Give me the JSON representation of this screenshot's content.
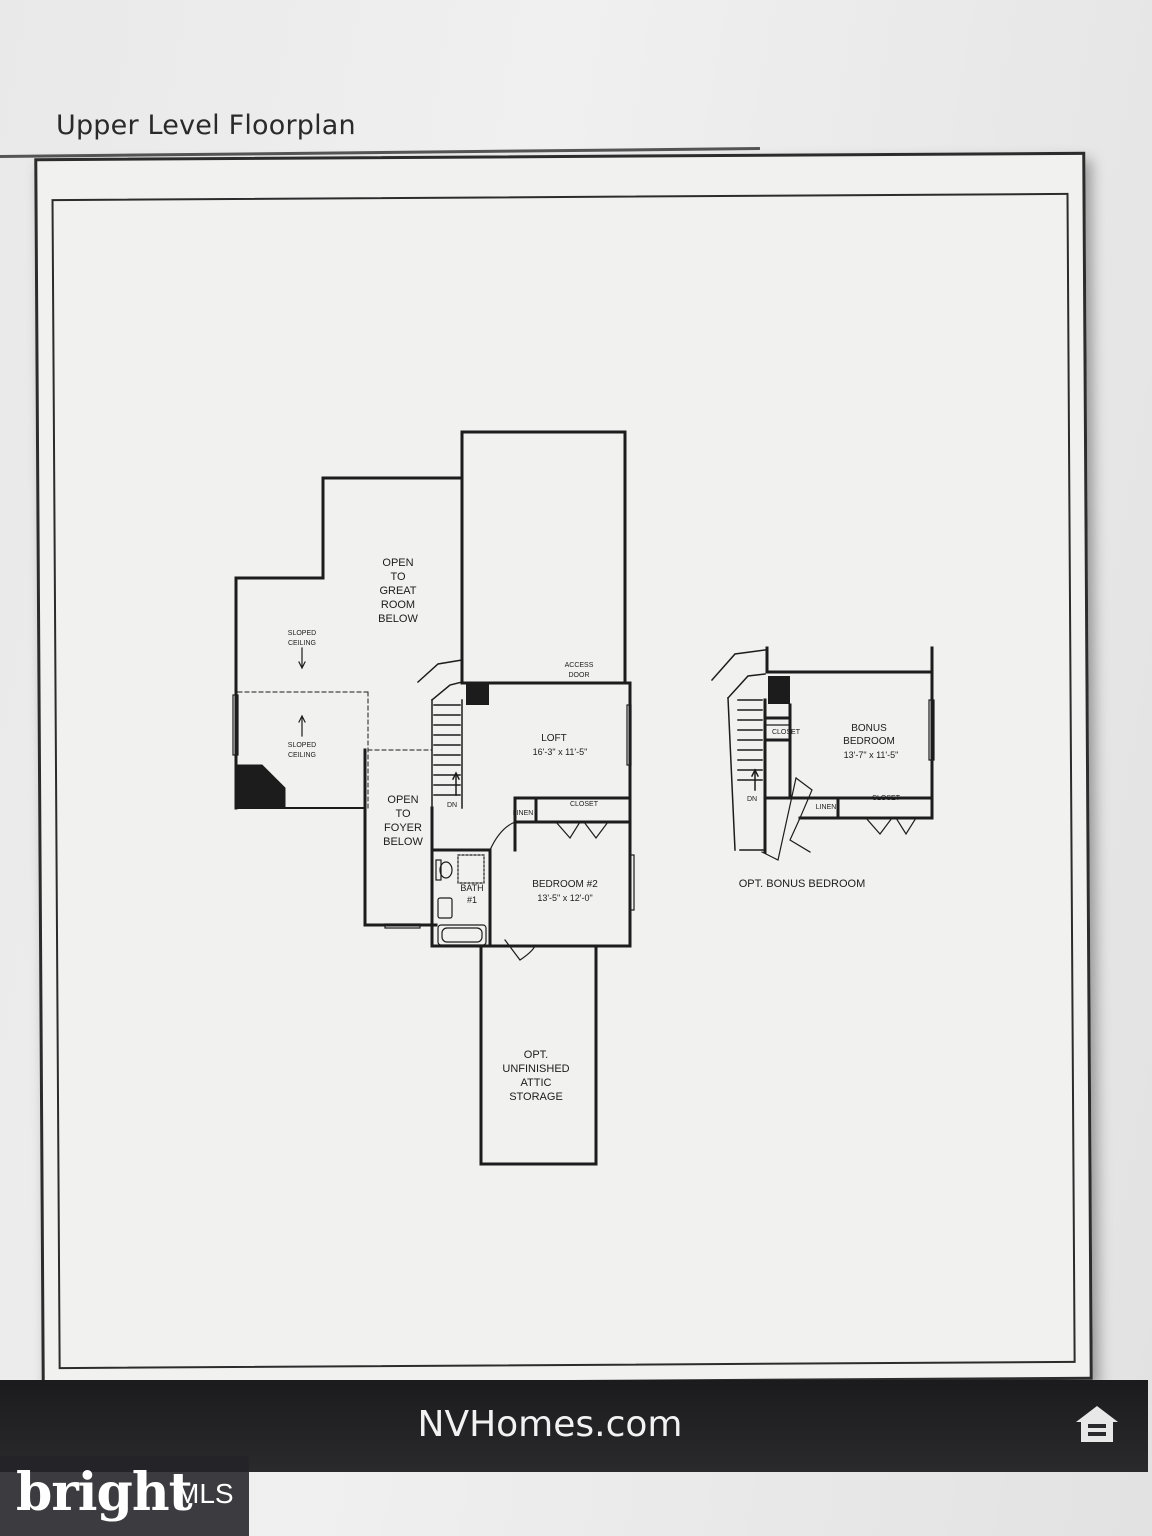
{
  "header": {
    "title": "Upper Level Floorplan"
  },
  "rooms": {
    "open_great_room": [
      "OPEN",
      "TO",
      "GREAT",
      "ROOM",
      "BELOW"
    ],
    "sloped_ceiling_top": [
      "SLOPED",
      "CEILING"
    ],
    "sloped_ceiling_bottom": [
      "SLOPED",
      "CEILING"
    ],
    "access_door": [
      "ACCESS",
      "DOOR"
    ],
    "loft_name": "LOFT",
    "loft_dims": "16'-3\" x 11'-5\"",
    "open_foyer": [
      "OPEN",
      "TO",
      "FOYER",
      "BELOW"
    ],
    "dn": "DN",
    "linen": "LINEN",
    "closet": "CLOSET",
    "bath": [
      "BATH",
      "#1"
    ],
    "bedroom2_name": "BEDROOM #2",
    "bedroom2_dims": "13'-5\" x 12'-0\"",
    "attic": [
      "OPT.",
      "UNFINISHED",
      "ATTIC",
      "STORAGE"
    ]
  },
  "bonus": {
    "closet_side": "CLOSET",
    "name": [
      "BONUS",
      "BEDROOM"
    ],
    "dims": "13'-7\" x 11'-5\"",
    "dn": "DN",
    "linen": "LINEN",
    "closet": "CLOSET",
    "caption": "OPT. BONUS BEDROOM"
  },
  "footer": {
    "site": "NVHomes.com"
  },
  "watermark": {
    "brand": "bright",
    "suffix": "MLS"
  },
  "colors": {
    "wall": "#1c1c1c",
    "paper": "#f1f1f0",
    "footer": "#1f1f21"
  }
}
